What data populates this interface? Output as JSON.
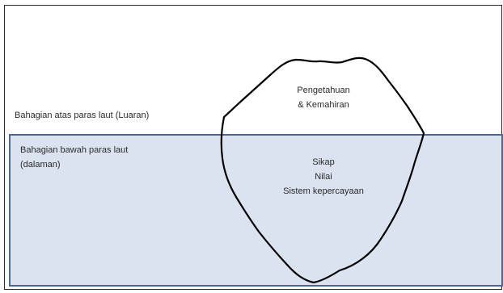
{
  "diagram": {
    "above_label": "Bahagian atas paras laut (Luaran)",
    "below_label": {
      "line1": "Bahagian bawah paras laut",
      "line2": "(dalaman)"
    },
    "iceberg_top": {
      "line1": "Pengetahuan",
      "line2": "& Kemahiran"
    },
    "iceberg_bottom": {
      "line1": "Sikap",
      "line2": "Nilai",
      "line3": "Sistem kepercayaan"
    },
    "colors": {
      "water_fill": "#dce3f0",
      "water_border": "#4a6893",
      "outline": "#000000",
      "text": "#2a2a2a"
    }
  }
}
